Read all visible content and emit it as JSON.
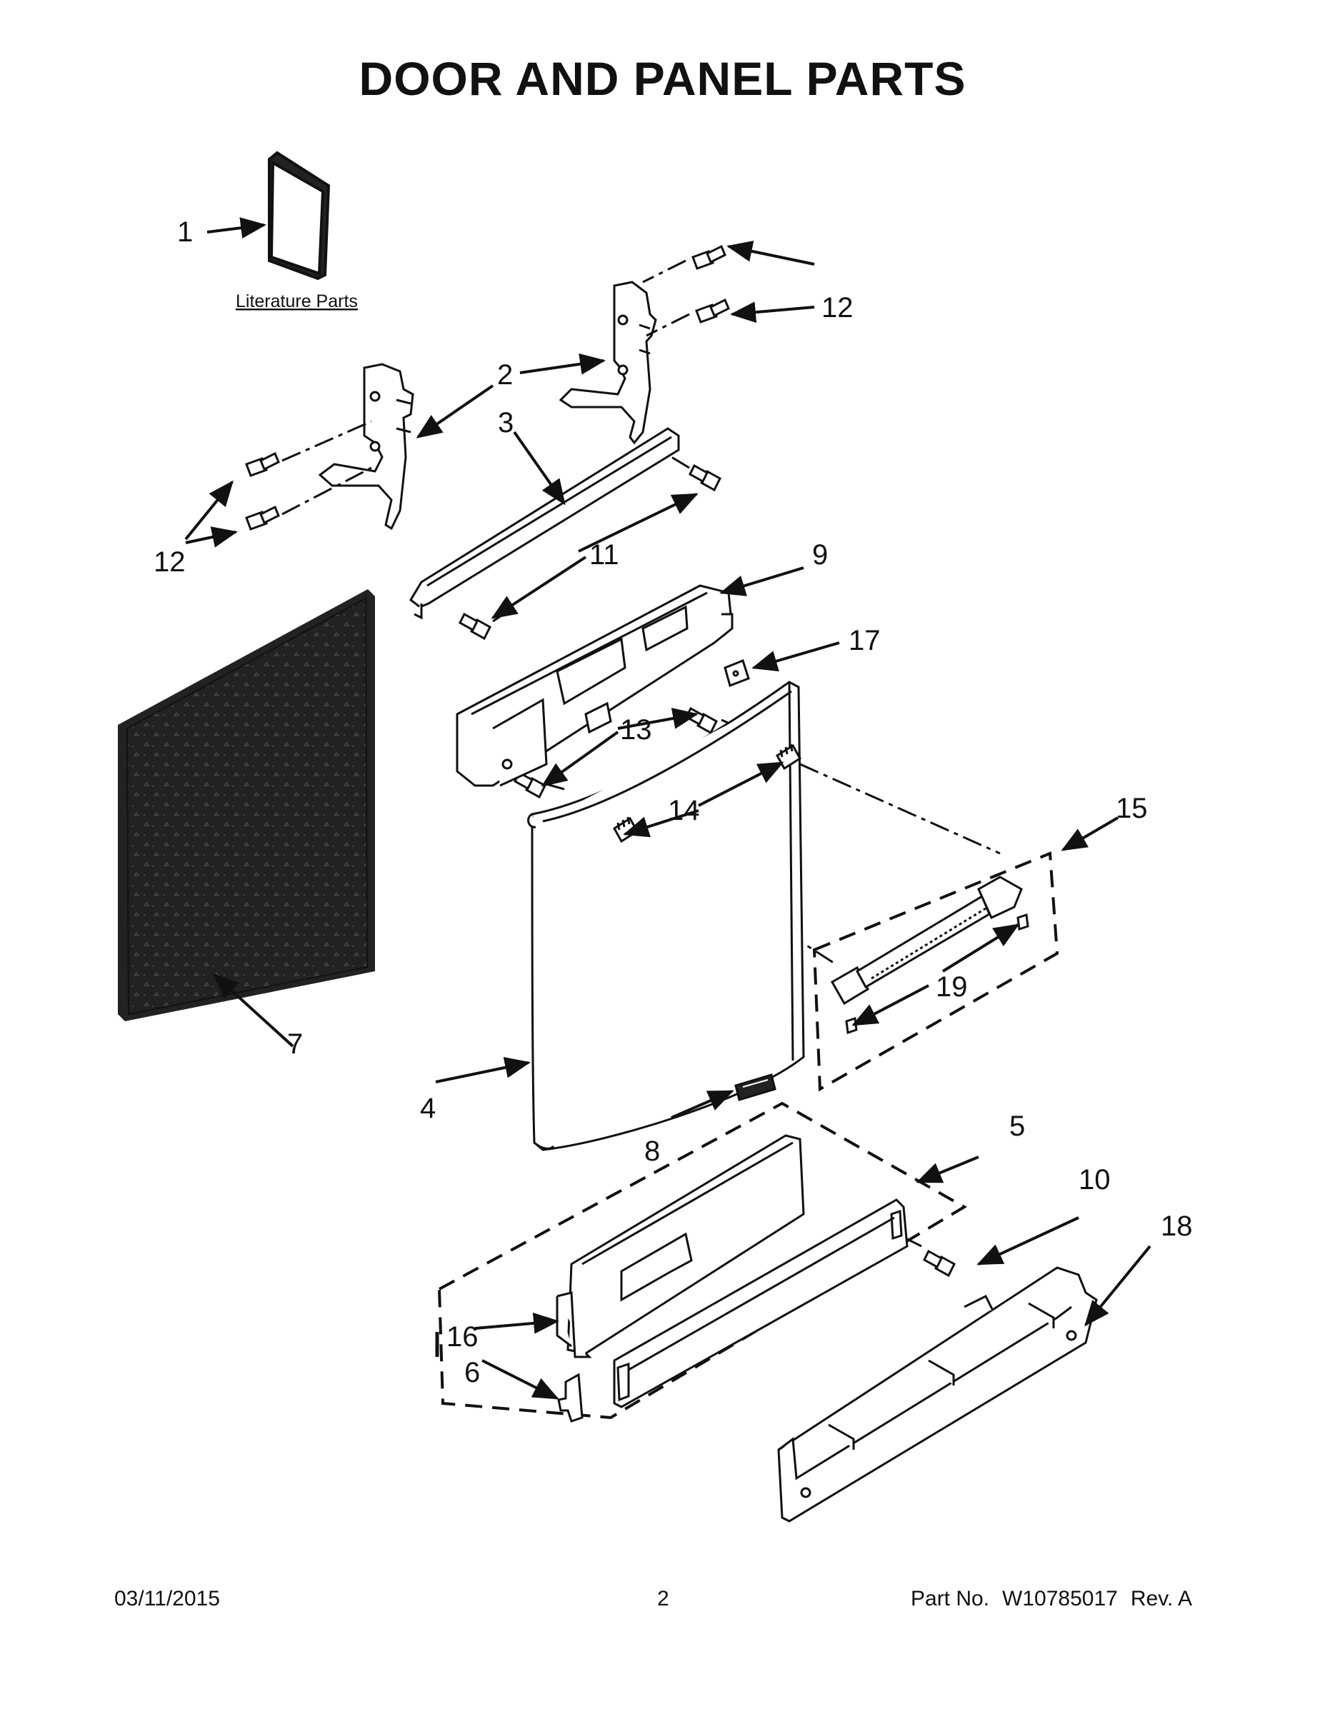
{
  "title": "DOOR AND PANEL PARTS",
  "literature_label": "Literature Parts",
  "callouts": {
    "c1": "1",
    "c2": "2",
    "c3": "3",
    "c4": "4",
    "c5": "5",
    "c6": "6",
    "c7": "7",
    "c8": "8",
    "c9": "9",
    "c10": "10",
    "c11": "11",
    "c12a": "12",
    "c12b": "12",
    "c13": "13",
    "c14": "14",
    "c15": "15",
    "c16": "16",
    "c17": "17",
    "c18": "18",
    "c19": "19"
  },
  "footer": {
    "date": "03/11/2015",
    "page": "2",
    "part_label": "Part No.",
    "part_number": "W10785017",
    "revision": "Rev. A"
  }
}
